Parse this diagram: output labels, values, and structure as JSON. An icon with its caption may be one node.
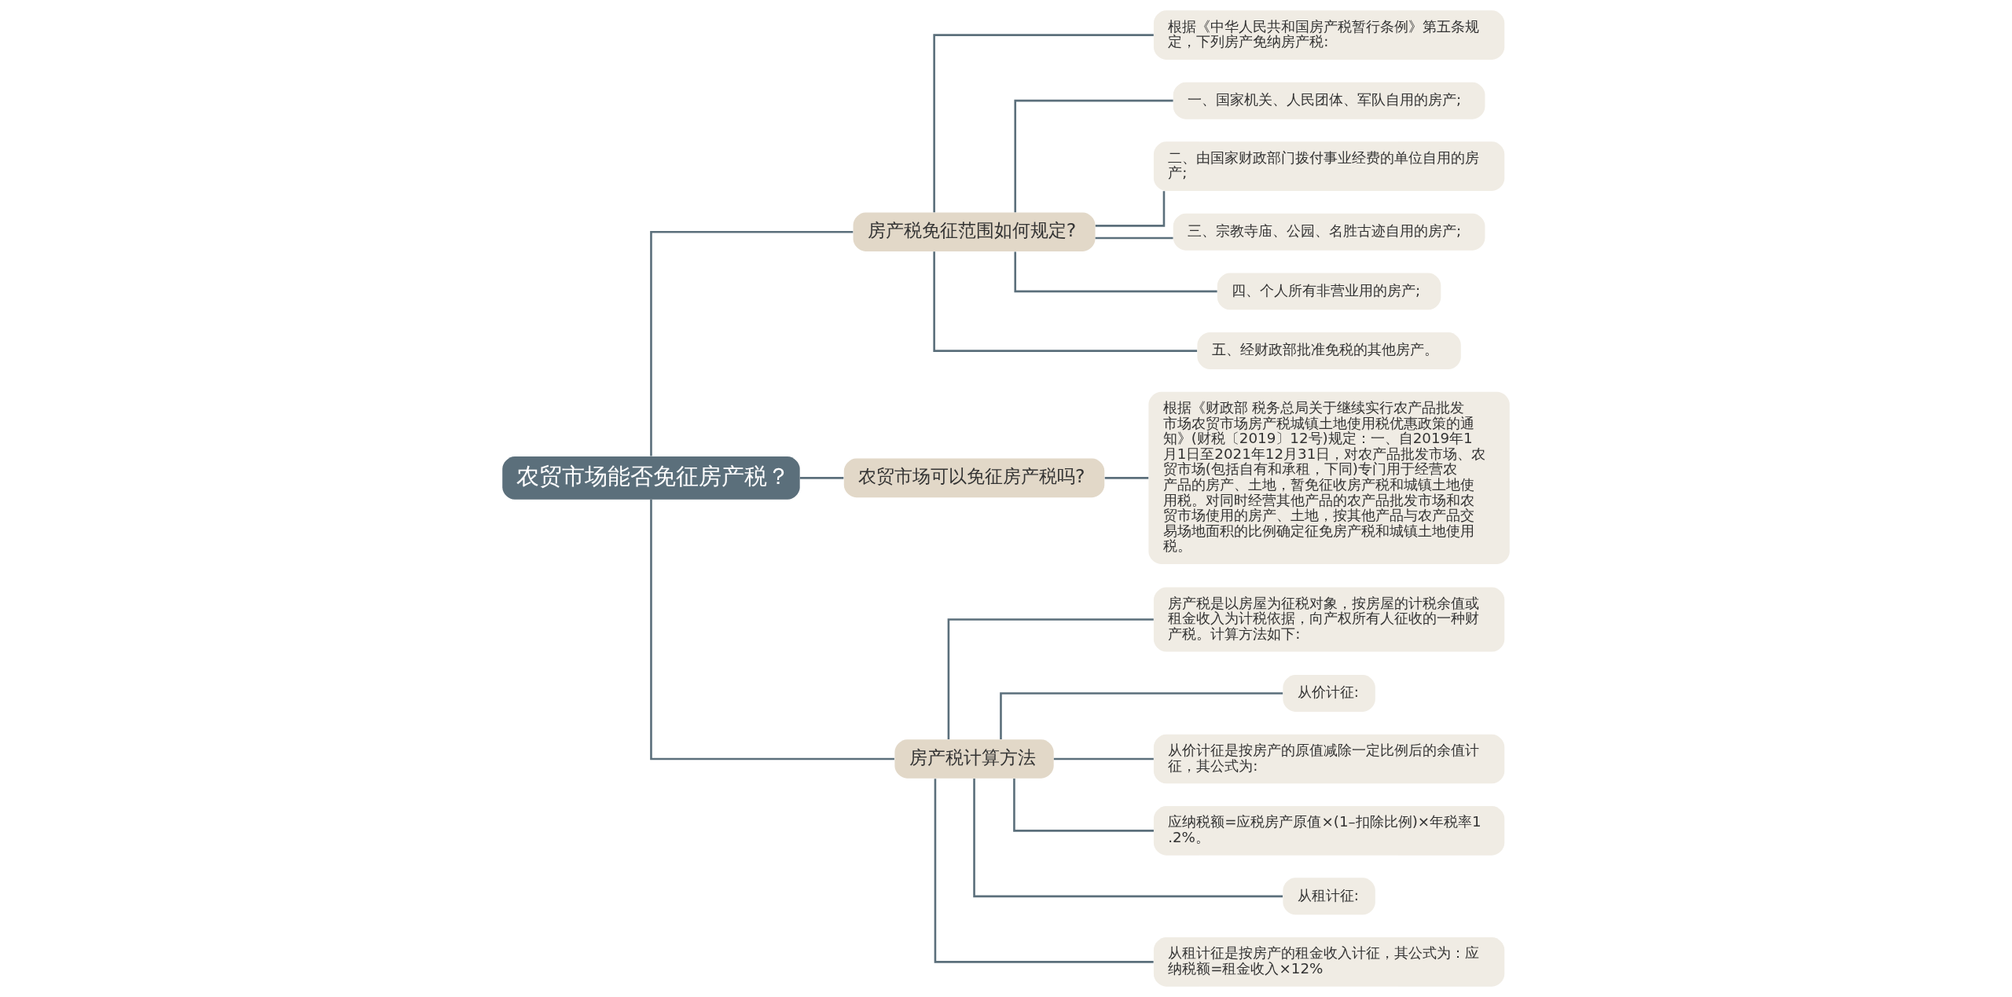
{
  "diagram": {
    "nodes": [
      {
        "text": [
          "农贸市场能否免征房产税？"
        ]
      },
      {
        "text": [
          "房产税免征范围如何规定?"
        ]
      },
      {
        "text": [
          "根据《中华人民共和国房产税暂行条例》第五条规定，下列房产免纳房产税:"
        ]
      },
      {
        "text": [
          "一、国家机关、人民团体、军队自用的房产;"
        ]
      },
      {
        "text": [
          "二、由国家财政部门拨付事业经费的单位自用的房产;"
        ]
      },
      {
        "text": [
          "三、宗教寺庙、公园、名胜古迹自用的房产;"
        ]
      },
      {
        "text": [
          "四、个人所有非营业用的房产;"
        ]
      },
      {
        "text": [
          "五、经财政部批准免税的其他房产。"
        ]
      },
      {
        "text": [
          "农贸市场可以免征房产税吗?"
        ]
      },
      {
        "text": [
          "根据《财政部 税务总局关于继续实行农产品批发市场农贸市场房产税城镇土地使用税优惠政策的通知》(财税〔2019〕12号)规定：一、自2019年1月1日至2021年12月31日，对农产品批发市场、农贸市场(包括自有和承租，下同)专门用于经营农产品的房产、土地，暂免征收房产税和城镇土地使用税。对同时经营其他产品的农产品批发市场和农贸市场使用的房产、土地，按其他产品与农产品交易场地面积的比例确定征免房产税和城镇土地使用税。"
        ]
      },
      {
        "text": [
          "房产税计算方法"
        ]
      },
      {
        "text": [
          "房产税是以房屋为征税对象，按房屋的计税余值或租金收入为计税依据，向产权所有人征收的一种财产税。计算方法如下:"
        ]
      },
      {
        "text": [
          "从价计征:"
        ]
      },
      {
        "text": [
          "从价计征是按房产的原值减除一定比例后的余值计征，其公式为:"
        ]
      },
      {
        "text": [
          "应纳税额=应税房产原值×(1–扣除比例)×年税率1.2%。"
        ]
      },
      {
        "text": [
          "从租计征:"
        ]
      },
      {
        "text": [
          "从租计征是按房产的租金收入计征，其公式为：应纳税额=租金收入×12%"
        ]
      }
    ],
    "edges": [
      {
        "from": 0,
        "to": 1,
        "arrow": "none"
      },
      {
        "from": 1,
        "to": 2,
        "arrow": "none"
      },
      {
        "from": 1,
        "to": 3,
        "arrow": "none"
      },
      {
        "from": 1,
        "to": 4,
        "arrow": "none"
      },
      {
        "from": 1,
        "to": 5,
        "arrow": "none"
      },
      {
        "from": 1,
        "to": 6,
        "arrow": "none"
      },
      {
        "from": 1,
        "to": 7,
        "arrow": "none"
      },
      {
        "from": 0,
        "to": 8,
        "arrow": "none"
      },
      {
        "from": 8,
        "to": 9,
        "arrow": "none"
      },
      {
        "from": 0,
        "to": 10,
        "arrow": "none"
      },
      {
        "from": 10,
        "to": 11,
        "arrow": "none"
      },
      {
        "from": 10,
        "to": 12,
        "arrow": "none"
      },
      {
        "from": 10,
        "to": 13,
        "arrow": "none"
      },
      {
        "from": 10,
        "to": 14,
        "arrow": "none"
      },
      {
        "from": 10,
        "to": 15,
        "arrow": "none"
      },
      {
        "from": 10,
        "to": 16,
        "arrow": "none"
      }
    ]
  }
}
